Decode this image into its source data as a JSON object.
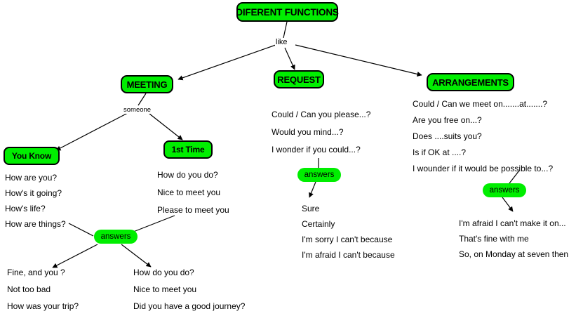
{
  "diagram": {
    "title": "DIFERENT FUNCTIONS",
    "colors": {
      "node_fill": "#00ee00",
      "node_border": "#000000",
      "text": "#000000",
      "background": "#ffffff"
    }
  },
  "nodes": {
    "root": "DIFERENT FUNCTIONS",
    "meeting": "MEETING",
    "request": "REQUEST",
    "arrangements": "ARRANGEMENTS",
    "you_know": "You Know",
    "first_time": "1st Time",
    "answers_meeting": "answers",
    "answers_request": "answers",
    "answers_arrangements": "answers"
  },
  "edge_labels": {
    "like": "like",
    "someone": "someone"
  },
  "lists": {
    "you_know": [
      "How are you?",
      "How's it going?",
      "How's life?",
      "How are things?"
    ],
    "first_time": [
      "How do you do?",
      "Nice to meet you",
      "Please to meet  you"
    ],
    "meeting_answers_left": [
      "Fine, and you ?",
      "Not too bad",
      "How was your trip?"
    ],
    "meeting_answers_right": [
      "How do you do?",
      "Nice to meet you",
      "Did you have a good journey?"
    ],
    "request": [
      "Could / Can  you please...?",
      "Would you mind...?",
      "I wonder if you could...?"
    ],
    "request_answers": [
      "Sure",
      "Certainly",
      "I'm sorry I can't because",
      "I'm afraid I can't because"
    ],
    "arrangements": [
      "Could / Can we meet on.......at.......?",
      "Are you free on...?",
      "Does ....suits you?",
      "Is if OK at ....?",
      "I wounder if it would be possible to...?"
    ],
    "arrangements_answers": [
      "I'm afraid I can't make it on...",
      "That's fine with me",
      "So, on Monday at seven then"
    ]
  }
}
